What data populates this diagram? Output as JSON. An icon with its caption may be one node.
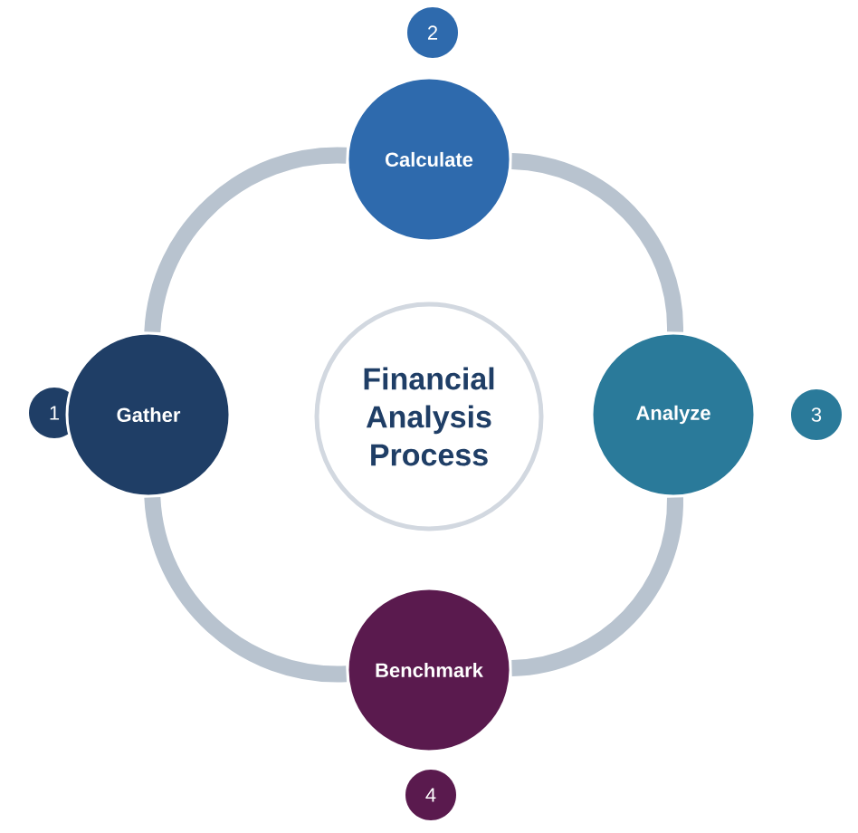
{
  "diagram": {
    "nodes": [
      {
        "text": [
          "2"
        ]
      },
      {
        "text": [
          "Calculate"
        ]
      },
      {
        "text": [
          "1"
        ]
      },
      {
        "text": [
          "Gather"
        ]
      },
      {
        "text": [
          "Financial Analysis Process"
        ]
      },
      {
        "text": [
          "Analyze"
        ]
      },
      {
        "text": [
          "3"
        ]
      },
      {
        "text": [
          "Benchmark"
        ]
      },
      {
        "text": [
          "4"
        ]
      }
    ],
    "edges": [
      {
        "from": 3,
        "to": 1,
        "arrow": "none"
      },
      {
        "from": 1,
        "to": 5,
        "arrow": "none"
      },
      {
        "from": 5,
        "to": 7,
        "arrow": "none"
      },
      {
        "from": 7,
        "to": 3,
        "arrow": "none"
      }
    ]
  }
}
